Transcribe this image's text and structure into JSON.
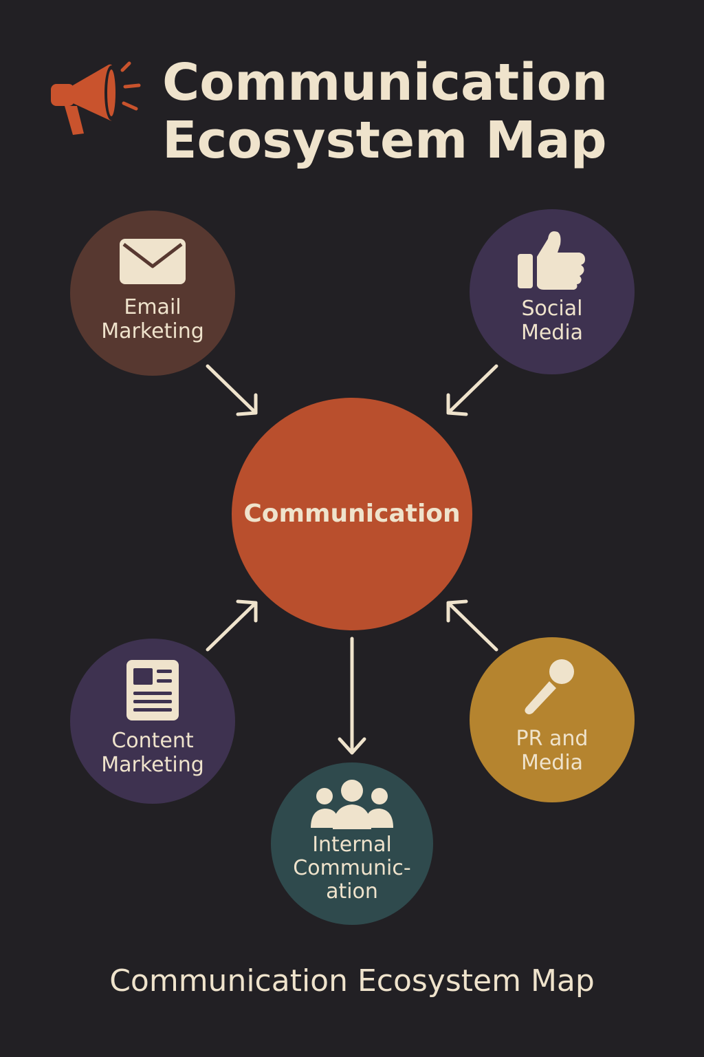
{
  "title": {
    "line1": "Communication",
    "line2": "Ecosystem Map"
  },
  "center": {
    "label": "Communication",
    "color": "#b94f2d"
  },
  "nodes": [
    {
      "id": "email",
      "label": "Email\nMarketing",
      "icon": "envelope-icon",
      "color": "#573830"
    },
    {
      "id": "social",
      "label": "Social\nMedia",
      "icon": "thumbs-up-icon",
      "color": "#3e3250"
    },
    {
      "id": "content",
      "label": "Content\nMarketing",
      "icon": "document-icon",
      "color": "#3e3250"
    },
    {
      "id": "internal",
      "label": "Internal\nCommunic-\nation",
      "icon": "people-icon",
      "color": "#2f4a4d"
    },
    {
      "id": "pr",
      "label": "PR and\nMedia",
      "icon": "microphone-icon",
      "color": "#b5842f"
    }
  ],
  "footer": "Communication Ecosystem Map",
  "colors": {
    "background": "#222024",
    "text": "#efe3cc",
    "accent": "#c9532d"
  }
}
